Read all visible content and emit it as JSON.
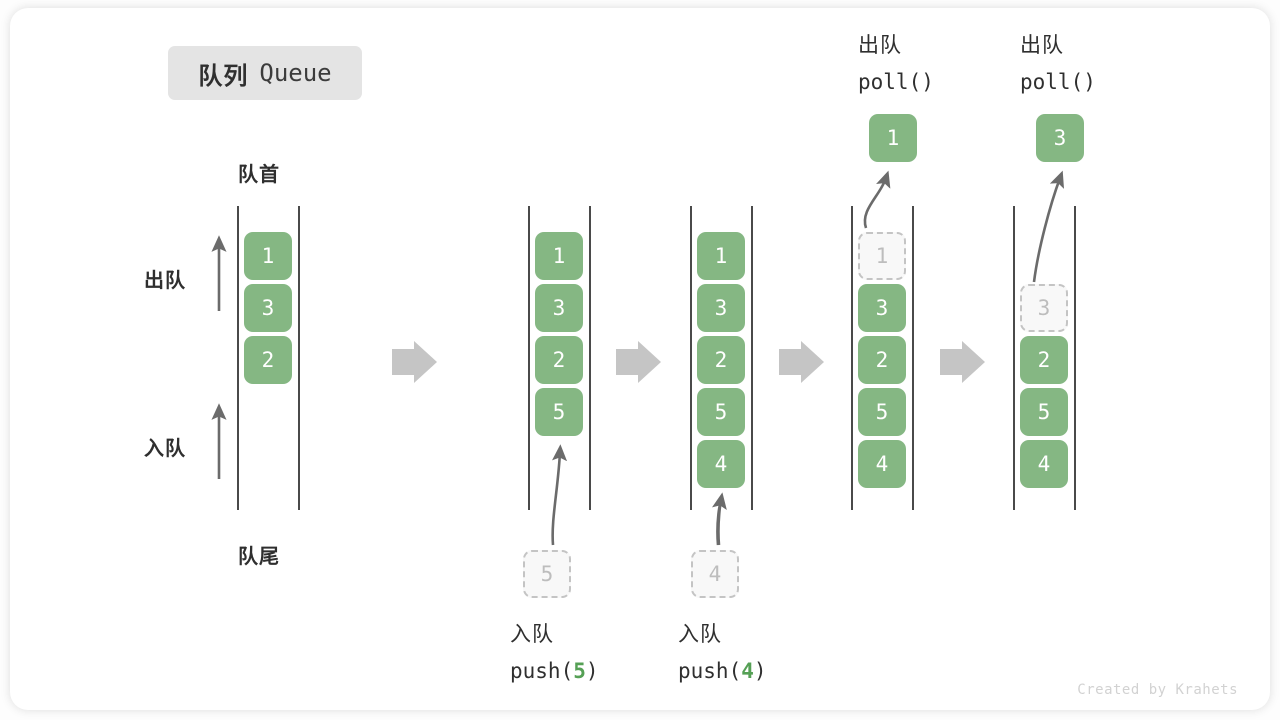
{
  "title": {
    "cn": "队列",
    "en": "Queue"
  },
  "labels": {
    "head": "队首",
    "tail": "队尾",
    "dequeue": "出队",
    "enqueue": "入队"
  },
  "footer": "Created by Krahets",
  "colors": {
    "cell_fill": "#85b783",
    "cell_text": "#ffffff",
    "ghost_fill": "#f8f8f8",
    "ghost_border": "#c4c4c4",
    "ghost_text": "#bdbdbd",
    "rail": "#4a4a4a",
    "flow_arrow": "#c5c5c5",
    "accent_green": "#55a055",
    "badge_bg": "#e4e4e4",
    "text": "#2f2f2f"
  },
  "operations": [
    {
      "cn": "入队",
      "code_prefix": "push(",
      "arg": "5",
      "code_suffix": ")"
    },
    {
      "cn": "入队",
      "code_prefix": "push(",
      "arg": "4",
      "code_suffix": ")"
    },
    {
      "cn": "出队",
      "code_prefix": "poll(",
      "arg": "",
      "code_suffix": ")"
    },
    {
      "cn": "出队",
      "code_prefix": "poll(",
      "arg": "",
      "code_suffix": ")"
    }
  ],
  "popped": [
    {
      "value": "1"
    },
    {
      "value": "3"
    }
  ],
  "ghost_inputs": [
    {
      "value": "5"
    },
    {
      "value": "4"
    }
  ],
  "columns": [
    {
      "name": "initial",
      "cells": [
        {
          "value": "1",
          "state": "filled"
        },
        {
          "value": "3",
          "state": "filled"
        },
        {
          "value": "2",
          "state": "filled"
        }
      ]
    },
    {
      "name": "after-push-5",
      "cells": [
        {
          "value": "1",
          "state": "filled"
        },
        {
          "value": "3",
          "state": "filled"
        },
        {
          "value": "2",
          "state": "filled"
        },
        {
          "value": "5",
          "state": "filled"
        }
      ]
    },
    {
      "name": "after-push-4",
      "cells": [
        {
          "value": "1",
          "state": "filled"
        },
        {
          "value": "3",
          "state": "filled"
        },
        {
          "value": "2",
          "state": "filled"
        },
        {
          "value": "5",
          "state": "filled"
        },
        {
          "value": "4",
          "state": "filled"
        }
      ]
    },
    {
      "name": "after-poll-1",
      "cells": [
        {
          "value": "1",
          "state": "ghost"
        },
        {
          "value": "3",
          "state": "filled"
        },
        {
          "value": "2",
          "state": "filled"
        },
        {
          "value": "5",
          "state": "filled"
        },
        {
          "value": "4",
          "state": "filled"
        }
      ]
    },
    {
      "name": "after-poll-3",
      "cells": [
        {
          "value": "",
          "state": "empty"
        },
        {
          "value": "3",
          "state": "ghost"
        },
        {
          "value": "2",
          "state": "filled"
        },
        {
          "value": "5",
          "state": "filled"
        },
        {
          "value": "4",
          "state": "filled"
        }
      ]
    }
  ]
}
